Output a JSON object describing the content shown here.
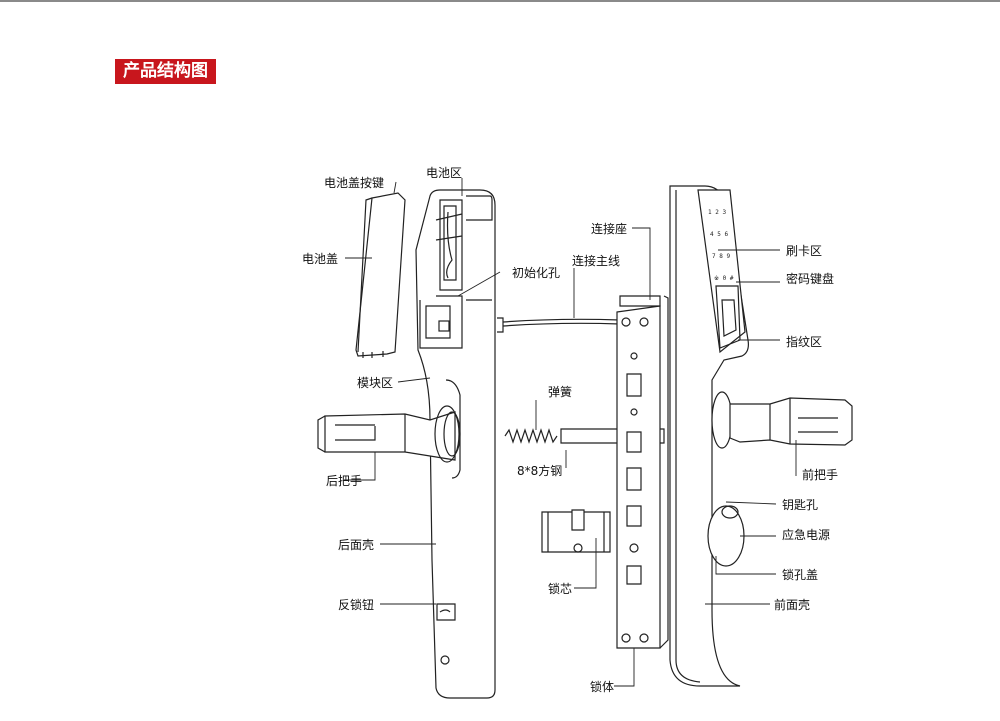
{
  "title": "产品结构图",
  "colors": {
    "title_bg": "#c8161d",
    "line": "#222222"
  },
  "labels": {
    "battery_cover_button": "电池盖按键",
    "battery_area": "电池区",
    "battery_cover": "电池盖",
    "init_hole": "初始化孔",
    "main_cable": "连接主线",
    "connector_seat": "连接座",
    "card_area": "刷卡区",
    "keypad": "密码键盘",
    "fingerprint": "指纹区",
    "module_area": "模块区",
    "spring": "弹簧",
    "rear_handle": "后把手",
    "square_steel": "8*8方钢",
    "front_handle": "前把手",
    "key_hole": "钥匙孔",
    "emergency_power": "应急电源",
    "rear_shell": "后面壳",
    "lock_core": "锁芯",
    "keyhole_cover": "锁孔盖",
    "anti_lock_knob": "反锁钮",
    "front_shell": "前面壳",
    "lock_body": "锁体"
  },
  "keypad_text": {
    "row1": "1 2 3",
    "row2": "4 5 6",
    "row3": "7 8 9",
    "row4": "※ 0 #"
  }
}
